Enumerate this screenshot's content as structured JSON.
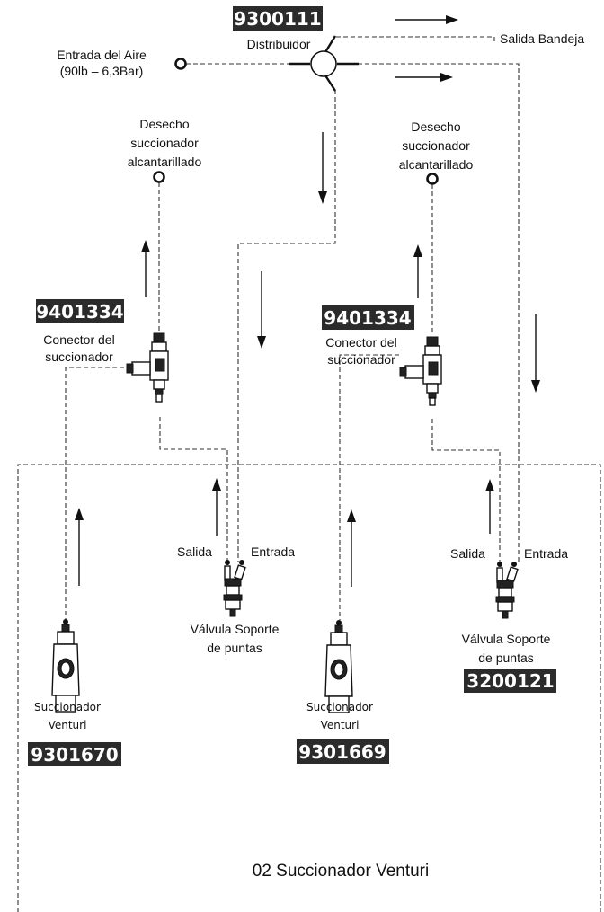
{
  "distributor": {
    "code": "9300111",
    "label": "Distribuidor"
  },
  "air_inlet": {
    "line1": "Entrada del Aire",
    "line2": "(90lb – 6,3Bar)"
  },
  "tray_outlet": {
    "label": "Salida Bandeja"
  },
  "waste_left": {
    "line1": "Desecho",
    "line2": "succionador",
    "line3": "alcantarillado"
  },
  "waste_right": {
    "line1": "Desecho",
    "line2": "succionador",
    "line3": "alcantarillado"
  },
  "connector_left": {
    "code": "9401334",
    "line1": "Conector del",
    "line2": "succionador"
  },
  "connector_right": {
    "code": "9401334",
    "line1": "Conector del",
    "line2": "succionador"
  },
  "valve_left": {
    "out_label": "Salida",
    "in_label": "Entrada",
    "line1": "Válvula Soporte",
    "line2": "de puntas"
  },
  "valve_right": {
    "out_label": "Salida",
    "in_label": "Entrada",
    "line1": "Válvula Soporte",
    "line2": "de puntas",
    "code": "3200121"
  },
  "venturi_left": {
    "line1": "Succionador",
    "line2": "Venturi",
    "code": "9301670"
  },
  "venturi_right": {
    "line1": "Succionador",
    "line2": "Venturi",
    "code": "9301669"
  },
  "footer": {
    "title": "02 Succionador Venturi"
  }
}
